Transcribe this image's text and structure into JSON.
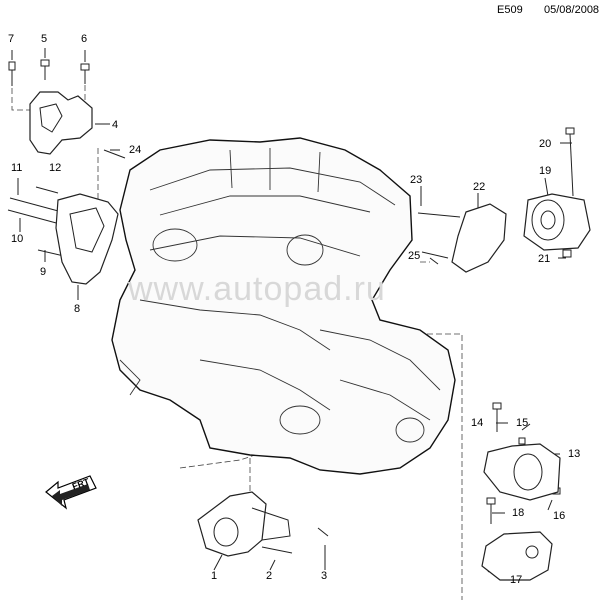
{
  "header": {
    "drawing_code": "E509",
    "date": "05/08/2008"
  },
  "watermark": "www.autopad.ru",
  "front_arrow_label": "FRT",
  "callouts": [
    "1",
    "2",
    "3",
    "4",
    "5",
    "6",
    "7",
    "8",
    "9",
    "10",
    "11",
    "12",
    "13",
    "14",
    "15",
    "16",
    "17",
    "18",
    "19",
    "20",
    "21",
    "22",
    "23",
    "24",
    "25"
  ]
}
